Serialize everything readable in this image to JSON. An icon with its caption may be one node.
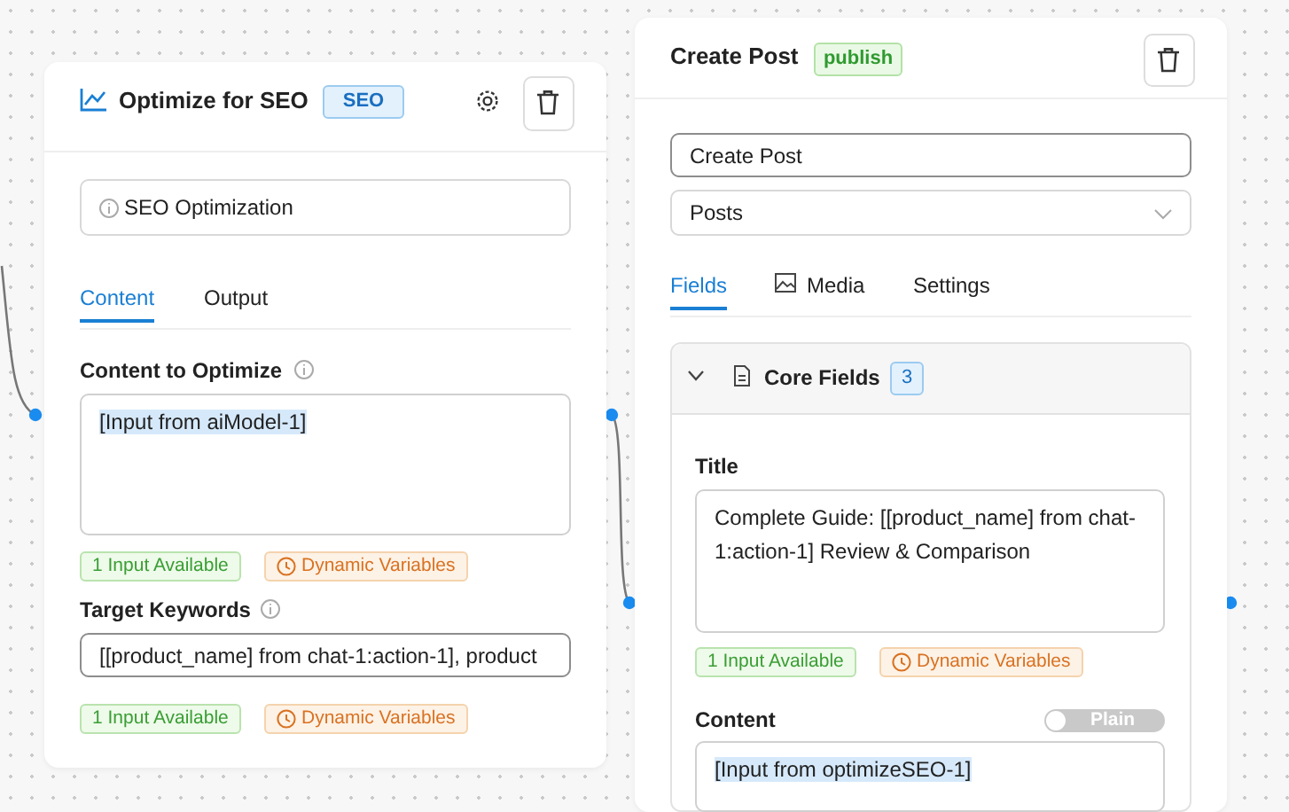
{
  "diagram": {
    "nodes": [
      {
        "text": [
          "Optimize for SEO",
          "SEO"
        ]
      },
      {
        "text": [
          "Create Post",
          "publish"
        ]
      }
    ],
    "edges": [
      {
        "from": null,
        "to": 0,
        "arrow": "none"
      },
      {
        "from": 0,
        "to": 1,
        "arrow": "none"
      }
    ],
    "labels": [
      "SEO Optimization",
      "Content",
      "Output",
      "Content to Optimize",
      "[Input from aiModel-1]",
      "1 Input Available",
      "Dynamic Variables",
      "Target Keywords",
      "[[product_name] from chat-1:action-1], product",
      "1 Input Available",
      "Dynamic Variables",
      "Create Post",
      "Posts",
      "Fields",
      "Media",
      "Settings",
      "Core Fields",
      "3",
      "Title",
      "Complete Guide: [[product_name] from chat-1:action-1] Review & Comparison",
      "1 Input Available",
      "Dynamic Variables",
      "Content",
      "Plain",
      "[Input from optimizeSEO-1]"
    ]
  }
}
